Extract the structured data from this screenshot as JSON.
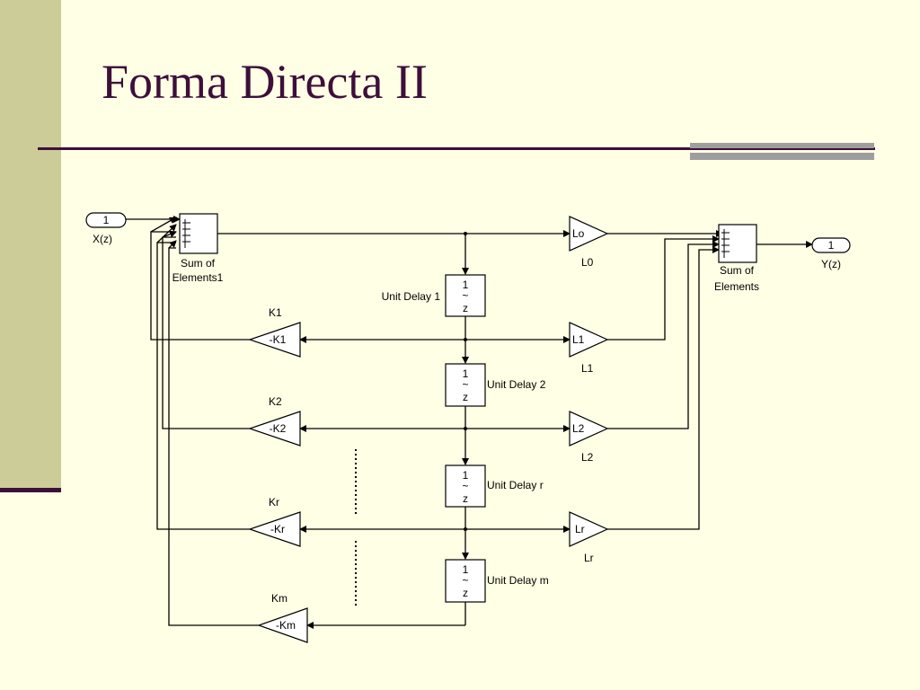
{
  "slide": {
    "title": "Forma Directa II",
    "colors": {
      "title": "#3d0f3a",
      "sidebar": "#cccc99",
      "background": "#ffffe5"
    }
  },
  "diagram": {
    "input": {
      "port": "1",
      "label": "X(z)"
    },
    "output": {
      "port": "1",
      "label": "Y(z)"
    },
    "sum_left": {
      "line1": "Sum of",
      "line2": "Elements1"
    },
    "sum_right": {
      "line1": "Sum of",
      "line2": "Elements"
    },
    "delay_tf": {
      "num": "1",
      "den": "z"
    },
    "delays": [
      {
        "label": "Unit Delay 1"
      },
      {
        "label": "Unit Delay 2"
      },
      {
        "label": "Unit Delay r"
      },
      {
        "label": "Unit Delay m"
      }
    ],
    "feedback_gains": [
      {
        "name": "K1",
        "value": "-K1"
      },
      {
        "name": "K2",
        "value": "-K2"
      },
      {
        "name": "Kr",
        "value": "-Kr"
      },
      {
        "name": "Km",
        "value": "-Km"
      }
    ],
    "forward_gains": [
      {
        "name": "L0",
        "value": "Lo"
      },
      {
        "name": "L1",
        "value": "L1"
      },
      {
        "name": "L2",
        "value": "L2"
      },
      {
        "name": "Lr",
        "value": "Lr"
      }
    ]
  }
}
